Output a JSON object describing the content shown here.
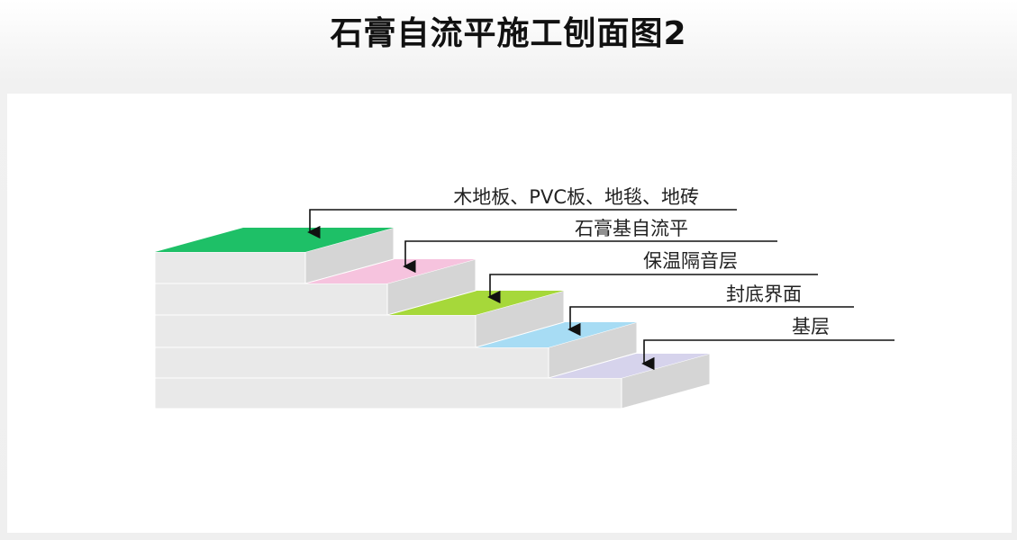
{
  "title": "石膏自流平施工刨面图2",
  "diagram": {
    "labels": [
      {
        "id": "surface",
        "text": "木地板、PVC板、地毯、地砖",
        "color": "#1ec067"
      },
      {
        "id": "leveling",
        "text": "石膏基自流平",
        "color": "#f6c3de"
      },
      {
        "id": "insulation",
        "text": "保温隔音层",
        "color": "#a6d83a"
      },
      {
        "id": "primer",
        "text": "封底界面",
        "color": "#a7dcf4"
      },
      {
        "id": "base",
        "text": "基层",
        "color": "#d6d3ec"
      }
    ],
    "step_colors": {
      "front": "#e9e9e9",
      "side": "#d5d5d5",
      "outline": "#ffffff"
    }
  }
}
